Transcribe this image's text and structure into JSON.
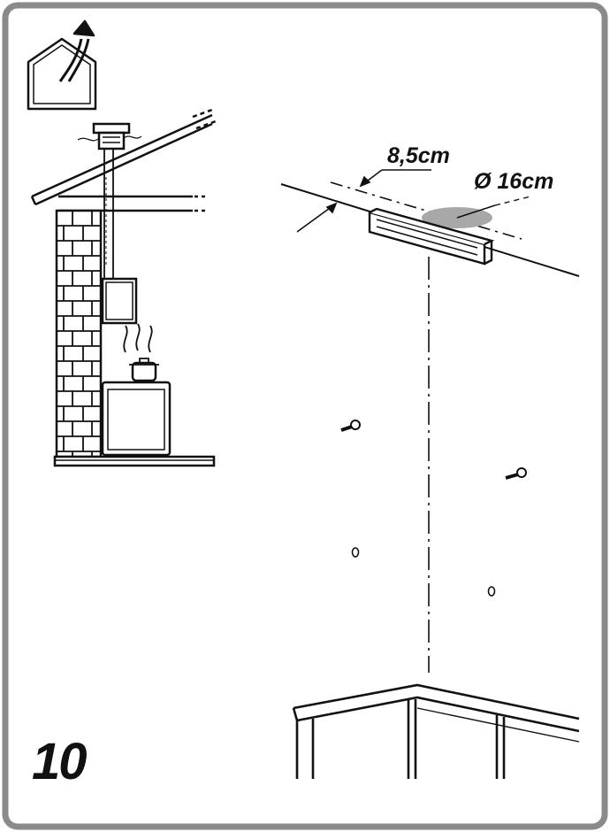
{
  "step": {
    "number": "10"
  },
  "dimensions": {
    "bracket_distance": "8,5cm",
    "duct_diameter": "Ø 16cm"
  },
  "icons": {
    "mode_icon": "external-venting-house-icon"
  },
  "colors": {
    "line": "#111111",
    "frame_border": "#888888",
    "duct_fill": "#a8a8a8",
    "background": "#ffffff"
  }
}
